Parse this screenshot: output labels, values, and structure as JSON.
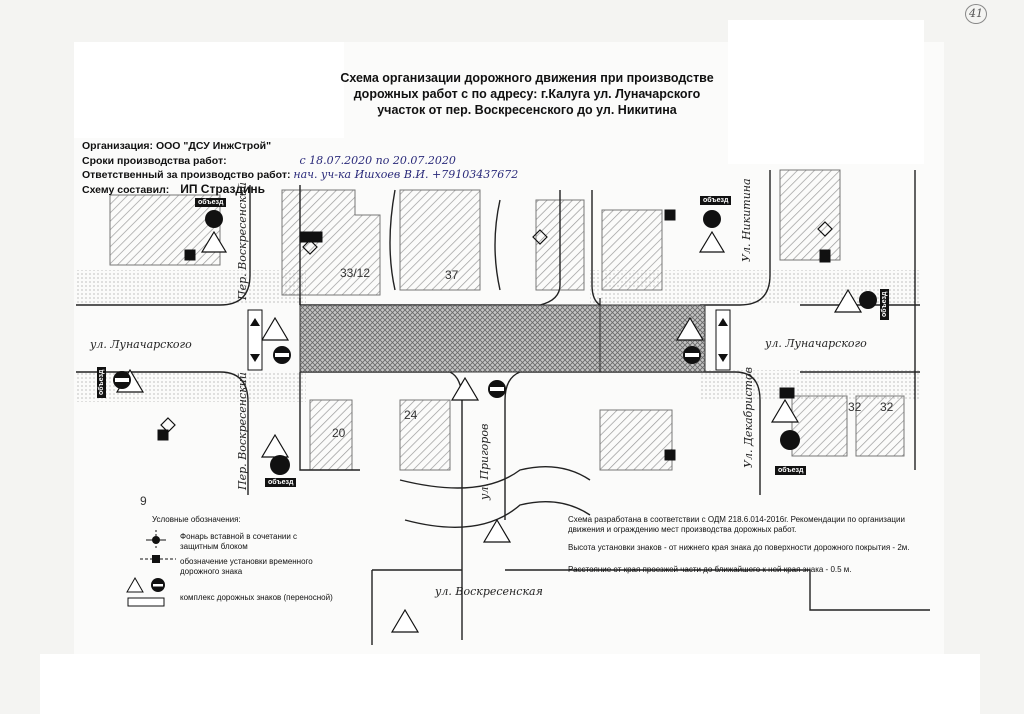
{
  "page_number": "41",
  "title": {
    "line1": "Схема организации дорожного движения при производстве",
    "line2": "дорожных работ с по адресу: г.Калуга  ул. Луначарского",
    "line3": "участок от  пер. Воскресенского  до ул. Никитина"
  },
  "meta": {
    "org_label": "Организация:",
    "org_value": "ООО \"ДСУ ИнжСтрой\"",
    "dates_label": "Сроки производства работ:",
    "dates_value": "с 18.07.2020 по 20.07.2020",
    "responsible_label": "Ответственный за производство работ:",
    "responsible_value": "нач. уч-ка Ишхоев В.И. +79103437672",
    "author_label": "Схему составил:",
    "author_value": "ИП Страздинь"
  },
  "streets": {
    "lunacharskogo_left": "ул. Луначарского",
    "lunacharskogo_right": "ул. Луначарского",
    "voskresenskiy_top": "Пер. Воскресенский",
    "voskresenskiy_bottom": "Пер. Воскресенский",
    "nikitina": "Ул. Никитина",
    "dekabristov": "Ул. Декабристов",
    "prigorov": "ул. Пригоров",
    "voskresenskaya": "ул. Воскресенская"
  },
  "building_numbers": [
    "33/12",
    "37",
    "24",
    "20",
    "32",
    "32",
    "9"
  ],
  "detour_labels": [
    "объезд",
    "объезд",
    "объезд",
    "объезд",
    "объезд",
    "объезд"
  ],
  "legend": {
    "header": "Условные обозначения:",
    "lamp": "Фонарь вставной в сочетании с защитным блоком",
    "temp_sign": "обозначение установки временного дорожного знака",
    "complex": "комплекс дорожных знаков (переносной)"
  },
  "notes": {
    "standard": "Схема разработана в соответствии с ОДМ 218.6.014-2016г. Рекомендации по организации движения и ограждению мест   производства дорожных работ.",
    "height": "Высота установки знаков -  от нижнего края знака до поверхности дорожного покрытия - 2м.",
    "distance": "Расстояние от края проезжей части до ближайшего к ней края знака - 0.5 м."
  },
  "colors": {
    "work_zone": "#8a8a8a",
    "building_hatch": "#9a9a9a",
    "ink": "#111111",
    "paper": "#fbfbfa"
  }
}
